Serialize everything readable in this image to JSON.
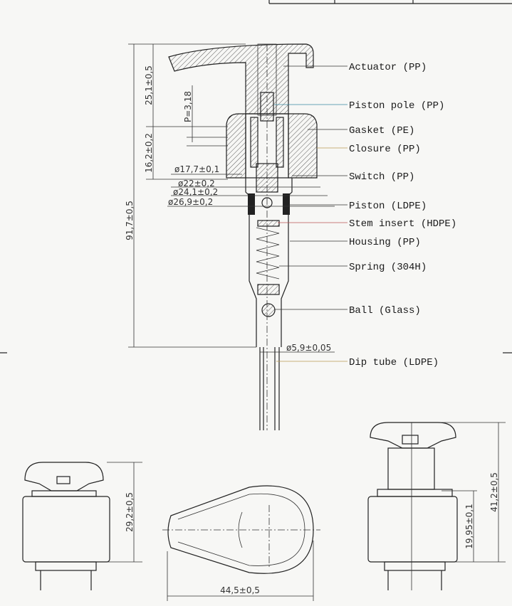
{
  "parts": [
    {
      "label": "Actuator (PP)"
    },
    {
      "label": "Piston pole (PP)"
    },
    {
      "label": "Gasket (PE)"
    },
    {
      "label": "Closure (PP)"
    },
    {
      "label": "Switch (PP)"
    },
    {
      "label": "Piston (LDPE)"
    },
    {
      "label": "Stem insert (HDPE)"
    },
    {
      "label": "Housing (PP)"
    },
    {
      "label": "Spring (304H)"
    },
    {
      "label": "Ball (Glass)"
    },
    {
      "label": "Dip tube (LDPE)"
    }
  ],
  "dimensions": {
    "total_height": "91,7±0,5",
    "actuator_height": "25,1±0,5",
    "closure_height": "16,2±0,2",
    "thread_pitch": "P=3,18",
    "d_17": "ø17,7±0,1",
    "d_22": "ø22±0,2",
    "d_24": "ø24,1±0,2",
    "d_26": "ø26,9±0,2",
    "d_tube": "ø5,9±0,05",
    "locked_height": "29,2±0,5",
    "head_width": "44,5±0,5",
    "open_height": "41,2±0,5",
    "closure_ref": "19,95±0,1"
  }
}
